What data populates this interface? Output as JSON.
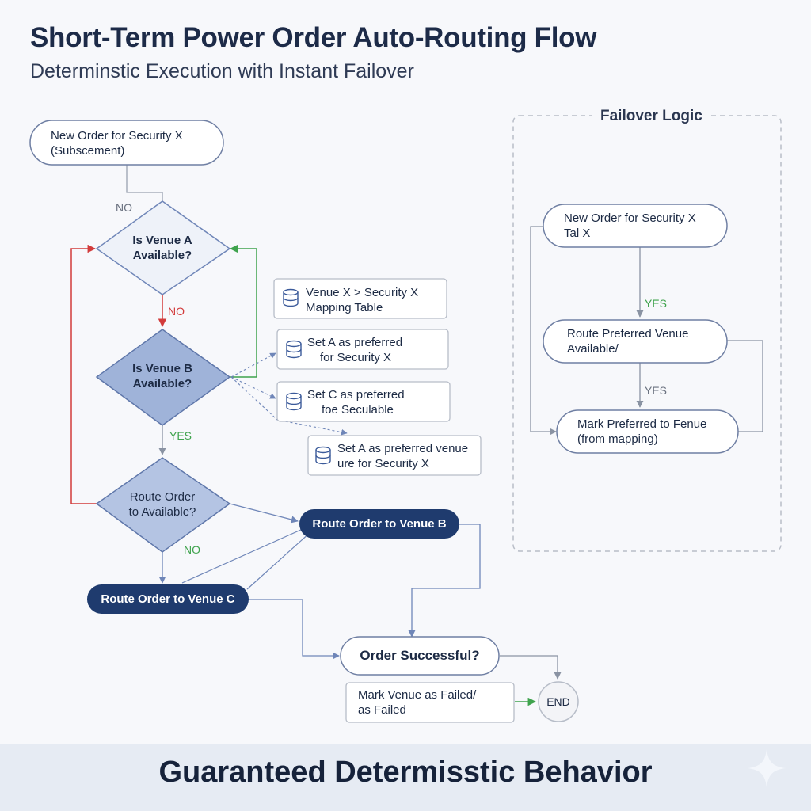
{
  "title": "Short-Term Power Order Auto-Routing Flow",
  "subtitle": "Determinstic Execution with Instant Failover",
  "main_flow": {
    "start": {
      "line1": "New Order for Security X",
      "line2": "(Subscement)"
    },
    "decision_a": {
      "line1": "Is Venue A",
      "line2": "Available?"
    },
    "decision_b": {
      "line1": "Is Venue B",
      "line2": "Available?"
    },
    "decision_route": {
      "line1": "Route Order",
      "line2": "to Available?"
    },
    "route_b": "Route Order to Venue B",
    "route_c": "Route Order to Venue C",
    "order_successful": "Order Successful?",
    "mark_failed": {
      "line1": "Mark Venue as Failed/",
      "line2": "as Failed"
    },
    "end": "END"
  },
  "mapping": [
    {
      "line1": "Venue X > Security X",
      "line2": "Mapping Table"
    },
    {
      "line1": "Set A as preferred",
      "line2": "for Security X"
    },
    {
      "line1": "Set C as preferred",
      "line2": "foe Seculable"
    },
    {
      "line1": "Set A as preferred venue",
      "line2": "ure for Security X"
    }
  ],
  "edge_labels": {
    "no_top": "NO",
    "no_red": "NO",
    "yes_b": "YES",
    "no_route": "NO"
  },
  "failover": {
    "title": "Failover Logic",
    "node1": {
      "line1": "New Order for Security X",
      "line2": "Tal X"
    },
    "yes1": "YES",
    "node2": {
      "line1": "Route Preferred Venue",
      "line2": "Available/"
    },
    "yes2": "YES",
    "node3": {
      "line1": "Mark Preferred to Fenue",
      "line2": "(from mapping)"
    }
  },
  "footer": "Guaranteed Determisstic Behavior",
  "colors": {
    "navy": "#1f3b6e",
    "diamond_light": "#eef2f9",
    "diamond_mid": "#9fb3d9",
    "red_line": "#d23b3b",
    "green_line": "#3fa34d",
    "blue_line": "#6f86b8",
    "footer_bg": "#e6ebf3"
  }
}
